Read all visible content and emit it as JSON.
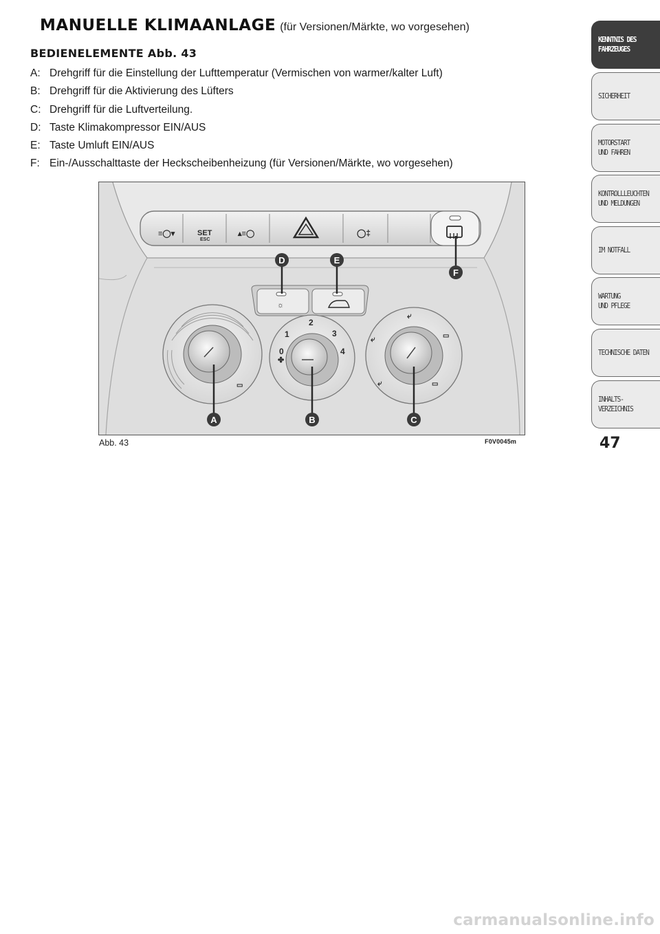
{
  "header": {
    "title": "MANUELLE KLIMAANLAGE",
    "title_note": "(für Versionen/Märkte, wo vorgesehen)"
  },
  "subheading": "BEDIENELEMENTE Abb. 43",
  "items": [
    {
      "key": "A:",
      "text": "Drehgriff für die Einstellung der Lufttemperatur (Vermischen von warmer/kalter Luft)"
    },
    {
      "key": "B:",
      "text": "Drehgriff für die Aktivierung des Lüfters"
    },
    {
      "key": "C:",
      "text": "Drehgriff für die Luftverteilung."
    },
    {
      "key": "D:",
      "text": "Taste Klimakompressor EIN/AUS"
    },
    {
      "key": "E:",
      "text": "Taste Umluft EIN/AUS"
    },
    {
      "key": "F:",
      "text": "Ein-/Ausschalttaste der Heckscheibenheizung (für Versionen/Märkte, wo vorgesehen)"
    }
  ],
  "figure": {
    "caption": "Abb. 43",
    "code": "F0V0045m",
    "callouts": {
      "a": "A",
      "b": "B",
      "c": "C",
      "d": "D",
      "e": "E",
      "f": "F"
    },
    "set_label": "SET",
    "esc_label": "ESC",
    "fan_scale": {
      "n0": "0",
      "n1": "1",
      "n2": "2",
      "n3": "3",
      "n4": "4"
    }
  },
  "tabs": [
    {
      "label": "KENNTNIS DES\nFAHRZEUGES",
      "active": true
    },
    {
      "label": "SICHERHEIT",
      "active": false
    },
    {
      "label": "MOTORSTART\nUND FAHREN",
      "active": false
    },
    {
      "label": "KONTROLLLEUCHTEN\nUND MELDUNGEN",
      "active": false
    },
    {
      "label": "IM NOTFALL",
      "active": false
    },
    {
      "label": "WARTUNG\nUND PFLEGE",
      "active": false
    },
    {
      "label": "TECHNISCHE DATEN",
      "active": false
    },
    {
      "label": "INHALTS-\nVERZEICHNIS",
      "active": false
    }
  ],
  "page_number": "47",
  "watermark": "carmanualsonline.info",
  "colors": {
    "active_tab": "#3d3d3d",
    "tab_bg": "#ebebeb",
    "callout": "#3a3a3a"
  }
}
